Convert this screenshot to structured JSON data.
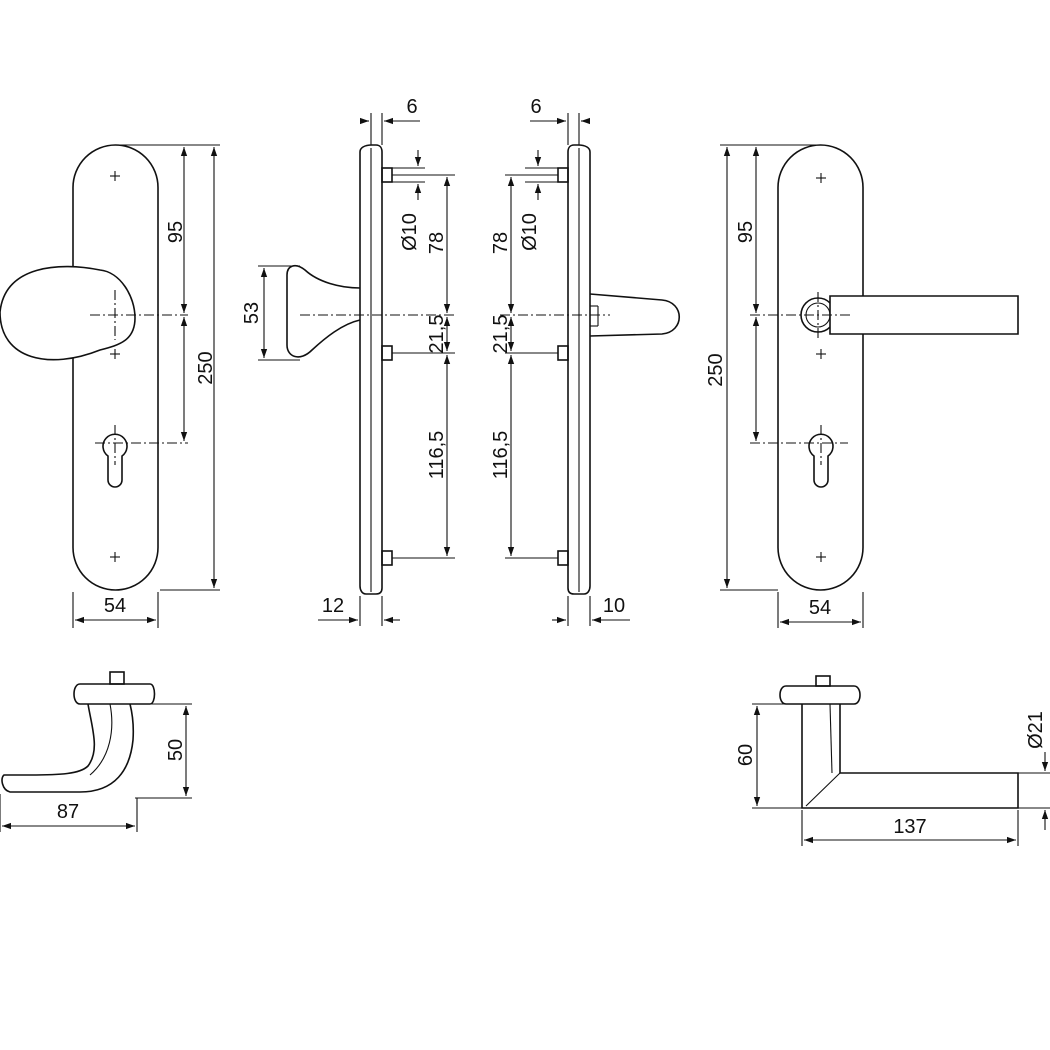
{
  "dimensions": {
    "front_left_pitch": "95",
    "front_left_height": "250",
    "front_left_width": "54",
    "side_left_thickness": "6",
    "side_left_pin_diameter": "Ø10",
    "side_left_78": "78",
    "side_left_215": "21,5",
    "side_left_1165": "116,5",
    "side_left_knob_height": "53",
    "side_left_base": "12",
    "side_right_thickness": "6",
    "side_right_pin_diameter": "Ø10",
    "side_right_78": "78",
    "side_right_215": "21,5",
    "side_right_1165": "116,5",
    "side_right_base": "10",
    "front_right_pitch": "95",
    "front_right_height": "250",
    "front_right_width": "54",
    "knob_height": "50",
    "knob_length": "87",
    "lever_height": "60",
    "lever_diameter": "Ø21",
    "lever_length": "137"
  }
}
